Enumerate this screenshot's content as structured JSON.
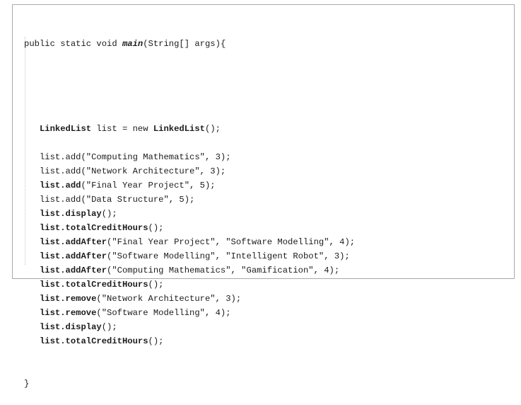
{
  "signature": {
    "prefix": "public static void ",
    "method_name": "main",
    "suffix": "(String[] args){"
  },
  "lines": [
    {
      "indent": 1,
      "parts": [
        {
          "text": "LinkedList",
          "bold": true
        },
        {
          "text": " list = new ",
          "bold": false
        },
        {
          "text": "LinkedList",
          "bold": true
        },
        {
          "text": "();",
          "bold": false
        }
      ]
    },
    {
      "indent": 0,
      "parts": []
    },
    {
      "indent": 1,
      "parts": [
        {
          "text": "list.add(\"Computing Mathematics\", 3);",
          "bold": false
        }
      ]
    },
    {
      "indent": 1,
      "parts": [
        {
          "text": "list.add(\"Network Architecture\", 3);",
          "bold": false
        }
      ]
    },
    {
      "indent": 1,
      "parts": [
        {
          "text": "list.add",
          "bold": true
        },
        {
          "text": "(\"Final Year Project\", 5);",
          "bold": false
        }
      ]
    },
    {
      "indent": 1,
      "parts": [
        {
          "text": "list.add(\"Data Structure\", 5);",
          "bold": false
        }
      ]
    },
    {
      "indent": 1,
      "parts": [
        {
          "text": "list.display",
          "bold": true
        },
        {
          "text": "();",
          "bold": false
        }
      ]
    },
    {
      "indent": 1,
      "parts": [
        {
          "text": "list.totalCreditHours",
          "bold": true
        },
        {
          "text": "();",
          "bold": false
        }
      ]
    },
    {
      "indent": 1,
      "parts": [
        {
          "text": "list.addAfter",
          "bold": true
        },
        {
          "text": "(\"Final Year Project\", \"Software Modelling\", 4);",
          "bold": false
        }
      ]
    },
    {
      "indent": 1,
      "parts": [
        {
          "text": "list.addAfter",
          "bold": true
        },
        {
          "text": "(\"Software Modelling\", \"Intelligent Robot\", 3);",
          "bold": false
        }
      ]
    },
    {
      "indent": 1,
      "parts": [
        {
          "text": "list.addAfter",
          "bold": true
        },
        {
          "text": "(\"Computing Mathematics\", \"Gamification\", 4);",
          "bold": false
        }
      ]
    },
    {
      "indent": 1,
      "parts": [
        {
          "text": "list.totalCreditHours",
          "bold": true
        },
        {
          "text": "();",
          "bold": false
        }
      ]
    },
    {
      "indent": 1,
      "parts": [
        {
          "text": "list.remove",
          "bold": true
        },
        {
          "text": "(\"Network Architecture\", 3);",
          "bold": false
        }
      ]
    },
    {
      "indent": 1,
      "parts": [
        {
          "text": "list.remove",
          "bold": true
        },
        {
          "text": "(\"Software Modelling\", 4);",
          "bold": false
        }
      ]
    },
    {
      "indent": 1,
      "parts": [
        {
          "text": "list.display",
          "bold": true
        },
        {
          "text": "();",
          "bold": false
        }
      ]
    },
    {
      "indent": 1,
      "parts": [
        {
          "text": "list.totalCreditHours",
          "bold": true
        },
        {
          "text": "();",
          "bold": false
        }
      ]
    }
  ],
  "closing": "}"
}
